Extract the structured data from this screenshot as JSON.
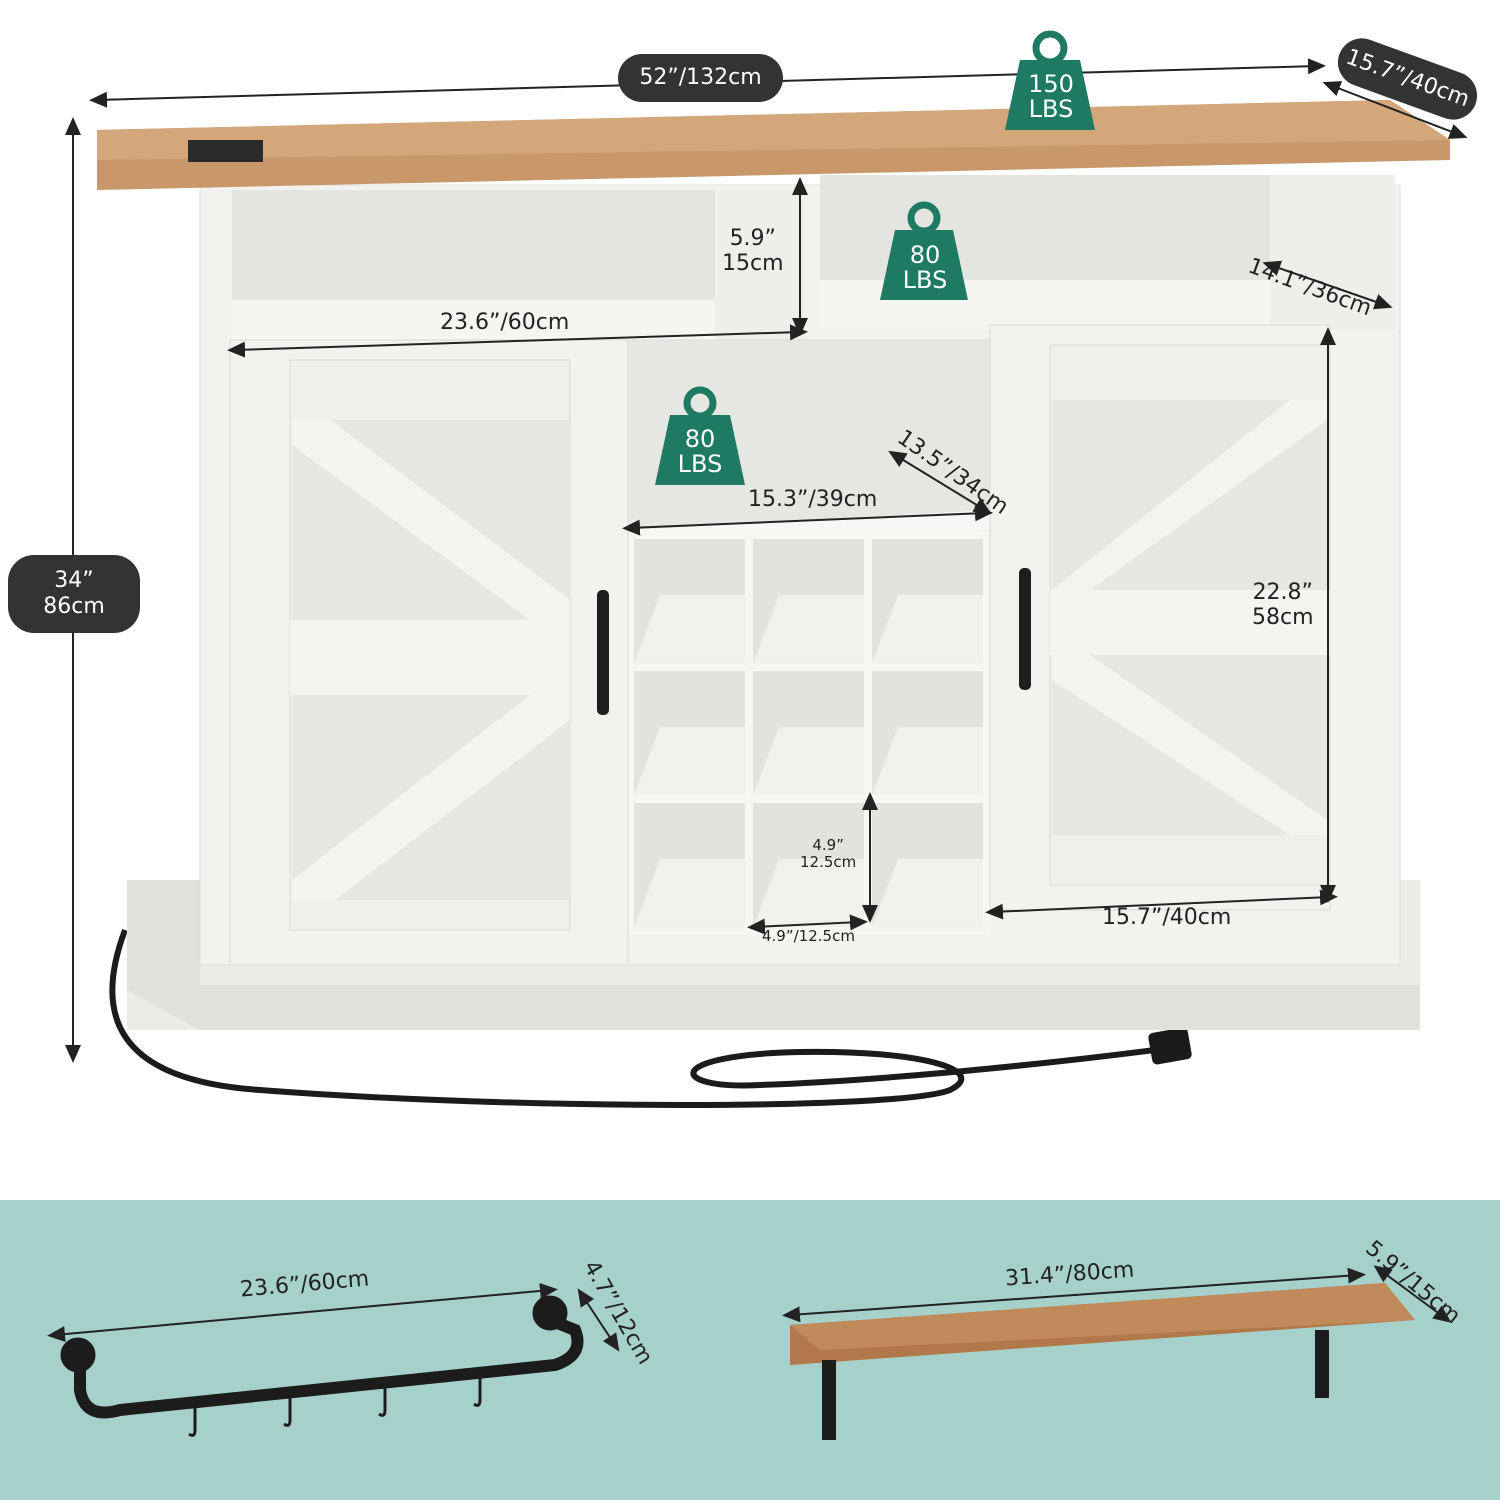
{
  "colors": {
    "weight_badge": "#1e7a63",
    "pill": "#333333",
    "wood": "#c8976a",
    "cabinet": "#f2f2ef",
    "band": "#a6d1cb"
  },
  "dimensions": {
    "total_width": "52”/132cm",
    "depth": "15.7”/40cm",
    "height_in": "34”",
    "height_cm": "86cm",
    "upper_height_in": "5.9”",
    "upper_height_cm": "15cm",
    "upper_width": "23.6”/60cm",
    "upper_depth": "14.1”/36cm",
    "center_shelf_width": "15.3”/39cm",
    "center_shelf_depth": "13.5”/34cm",
    "door_height_in": "22.8”",
    "door_height_cm": "58cm",
    "door_width": "15.7”/40cm",
    "cube_height_in": "4.9”",
    "cube_height_cm": "12.5cm",
    "cube_width": "4.9”/12.5cm"
  },
  "weights": {
    "top": [
      "150",
      "LBS"
    ],
    "upper": [
      "80",
      "LBS"
    ],
    "center": [
      "80",
      "LBS"
    ]
  },
  "accessories": {
    "rack_width": "23.6”/60cm",
    "rack_depth": "4.7”/12cm",
    "shelf_width": "31.4”/80cm",
    "shelf_depth": "5.9”/15cm"
  }
}
